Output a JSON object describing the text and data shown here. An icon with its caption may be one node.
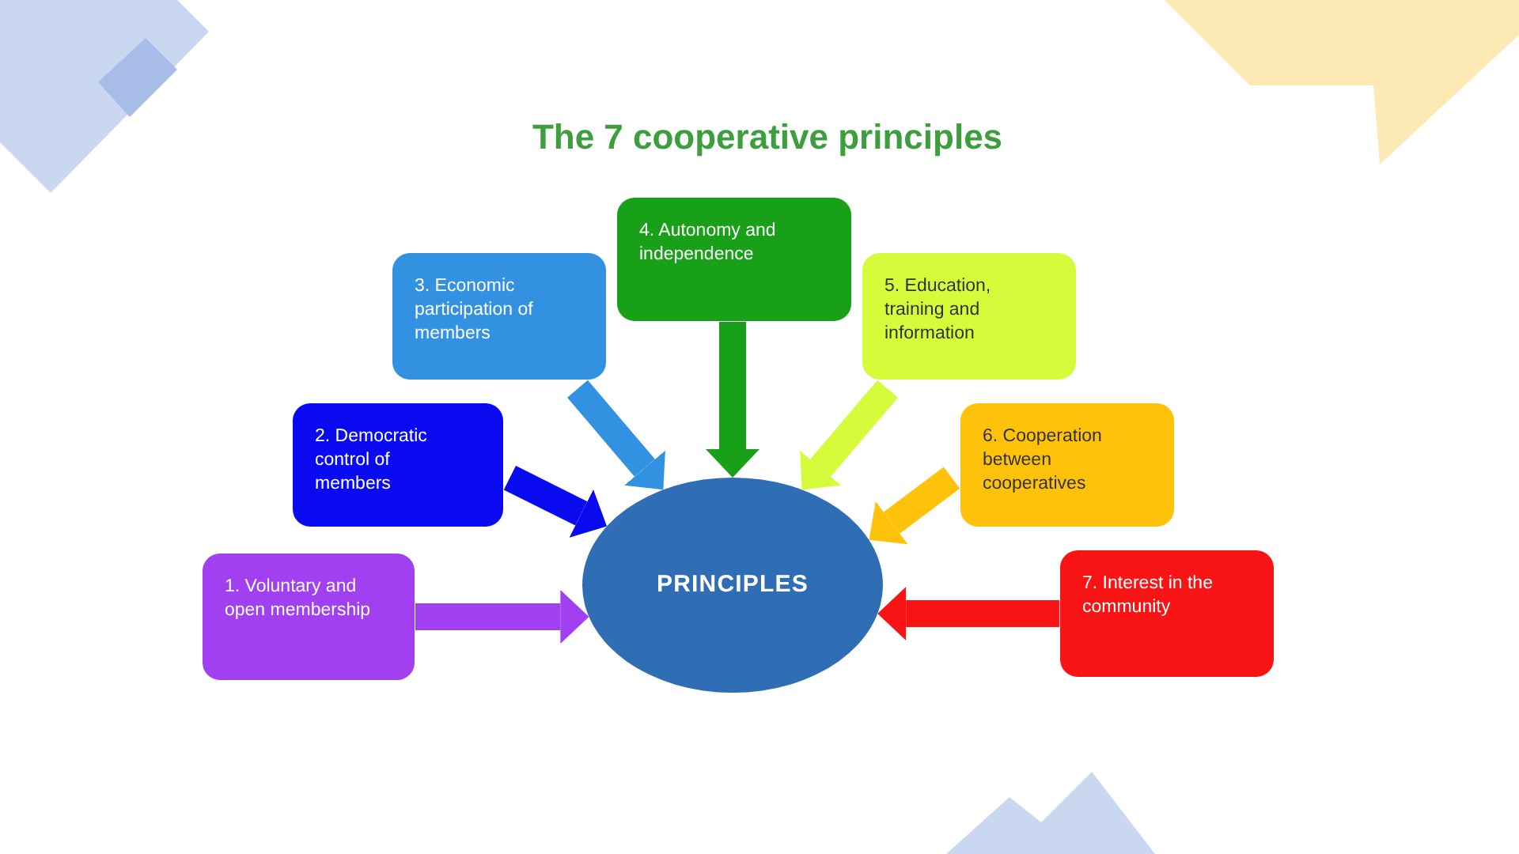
{
  "diagram": {
    "title": "The 7 cooperative principles",
    "nodes": [
      {
        "text": [
          "1. Voluntary and open membership"
        ]
      },
      {
        "text": [
          "2. Democratic control of members"
        ]
      },
      {
        "text": [
          "3. Economic participation of members"
        ]
      },
      {
        "text": [
          "4. Autonomy and independence"
        ]
      },
      {
        "text": [
          "5. Education, training and information"
        ]
      },
      {
        "text": [
          "6. Cooperation between cooperatives"
        ]
      },
      {
        "text": [
          "7. Interest in the community"
        ]
      },
      {
        "text": [
          "PRINCIPLES"
        ]
      }
    ],
    "edges": [
      {
        "from": 0,
        "to": 7,
        "arrow": "to",
        "color": "#a040f0"
      },
      {
        "from": 1,
        "to": 7,
        "arrow": "to",
        "color": "#0a0af0"
      },
      {
        "from": 2,
        "to": 7,
        "arrow": "to",
        "color": "#3391e2"
      },
      {
        "from": 3,
        "to": 7,
        "arrow": "to",
        "color": "#18a018"
      },
      {
        "from": 4,
        "to": 7,
        "arrow": "to",
        "color": "#d6fb3a"
      },
      {
        "from": 5,
        "to": 7,
        "arrow": "to",
        "color": "#ffc20a"
      },
      {
        "from": 6,
        "to": 7,
        "arrow": "to",
        "color": "#f81414"
      }
    ]
  }
}
